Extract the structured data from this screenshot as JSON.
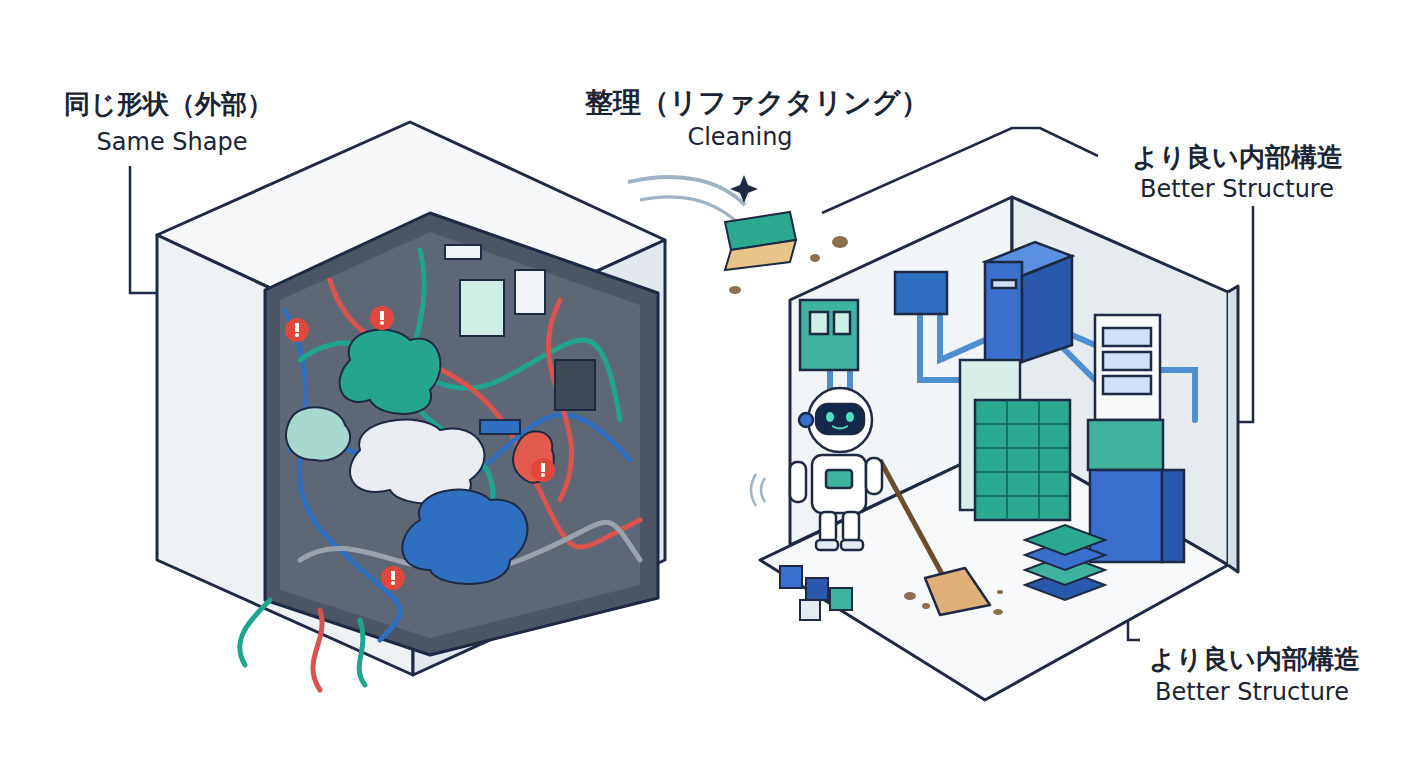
{
  "diagram": {
    "labels": [
      "同じ形状（外部）",
      "Same Shape",
      "整理（リファクタリング）",
      "Cleaning",
      "より良い内部構造",
      "Better Structure",
      "より良い内部構造",
      "Better Structure"
    ]
  }
}
